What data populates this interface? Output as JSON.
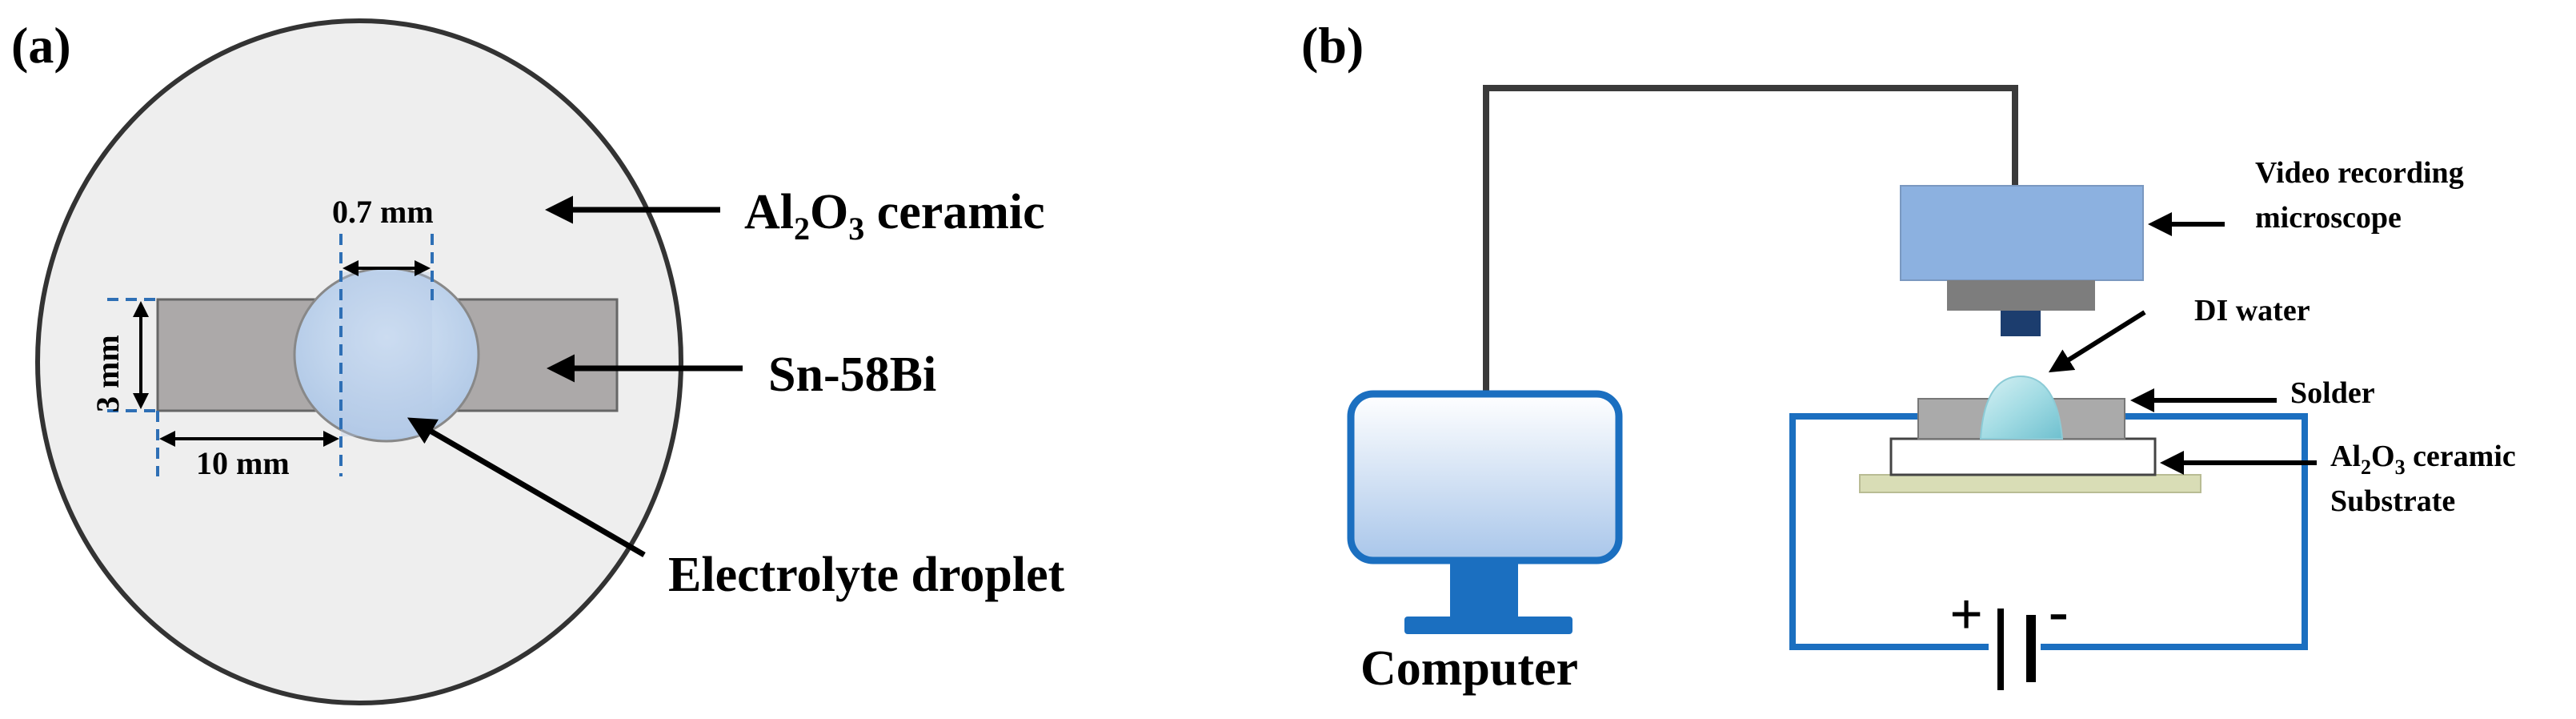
{
  "panel_a": {
    "label": "(a)",
    "dim_width_small": "0.7 mm",
    "dim_height": "3 mm",
    "dim_length": "10 mm",
    "ceramic_main": "Al",
    "ceramic_sub1": "2",
    "ceramic_o": "O",
    "ceramic_sub2": "3",
    "ceramic_rest": " ceramic",
    "solder_label": "Sn-58Bi",
    "droplet_label": "Electrolyte droplet"
  },
  "panel_b": {
    "label": "(b)",
    "microscope_line1": "Video recording",
    "microscope_line2": "microscope",
    "water_label": "DI water",
    "solder_label": "Solder",
    "substrate_main": "Al",
    "substrate_sub1": "2",
    "substrate_o": "O",
    "substrate_sub2": "3",
    "substrate_rest": " ceramic",
    "substrate_line2": "Substrate",
    "computer_label": "Computer",
    "plus_sign": "+",
    "minus_sign": "-"
  },
  "colors": {
    "ceramic_disk": "#eeeeee",
    "solder_strip": "#aca9a9",
    "droplet": "#b9cde6",
    "dashed_dim": "#2e6fb5",
    "microscope": "#8cb1e0",
    "objective": "#7d7d7d",
    "lens": "#1c3d6e",
    "circuit": "#1b6fc0",
    "monitor_border": "#1b6fc0",
    "substrate_green": "#d9ddb6"
  }
}
